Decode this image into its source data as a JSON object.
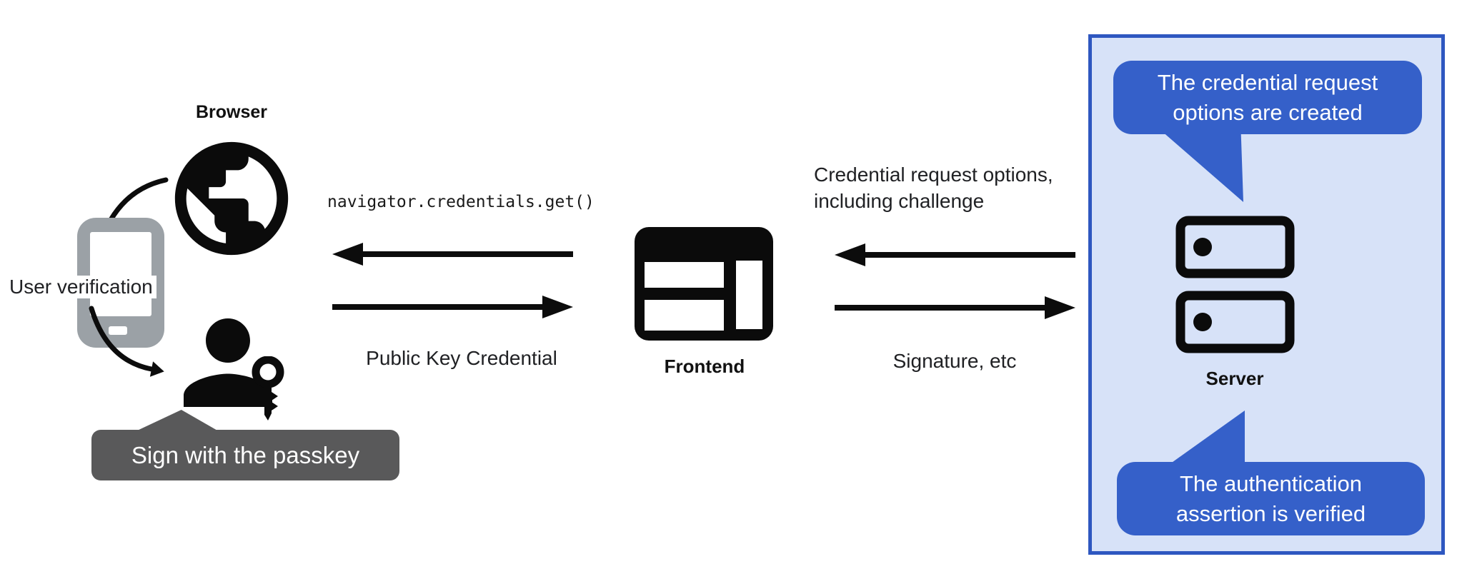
{
  "colors": {
    "accent_blue": "#3560c9",
    "panel_border_blue": "#2e57c0",
    "panel_bg_blue": "#d7e2f8",
    "tooltip_gray": "#59595a",
    "phone_gray": "#9ba1a6",
    "ink": "#202124"
  },
  "left_cluster": {
    "browser_label": "Browser",
    "browser_icon": "globe-icon",
    "device_icon": "smartphone-icon",
    "user_verification_label": "User verification",
    "user_icon": "person-icon",
    "passkey_icon": "key-icon",
    "tooltip": "Sign with the passkey"
  },
  "center_cluster": {
    "api_call": "navigator.credentials.get()",
    "public_key_label": "Public Key Credential",
    "frontend_icon": "browser-window-icon",
    "frontend_label": "Frontend"
  },
  "server_cluster": {
    "request_label": "Credential request options,\nincluding challenge",
    "response_label": "Signature, etc",
    "server_icon": "server-stack-icon",
    "server_label": "Server",
    "top_callout": "The credential request\noptions are created",
    "bottom_callout": "The authentication\nassertion is verified"
  }
}
